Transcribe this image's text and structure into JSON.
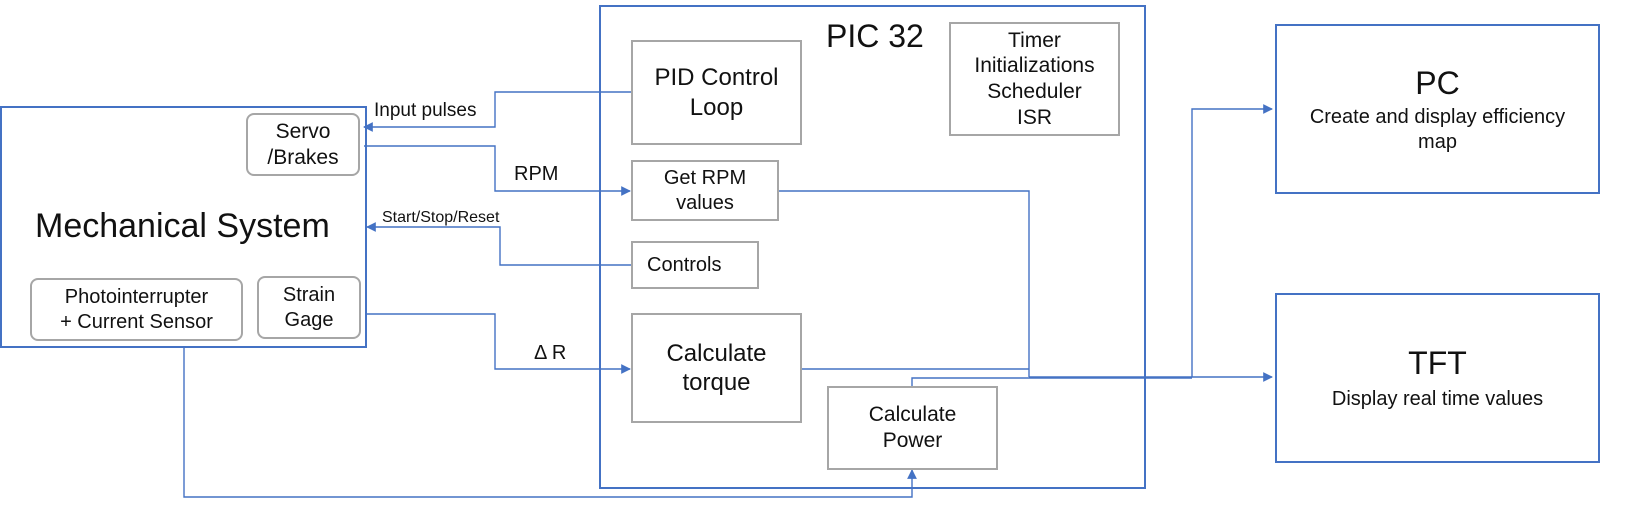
{
  "colors": {
    "accent": "#4472c4",
    "box_border": "#a6a6a6",
    "text": "#111111",
    "background": "#ffffff"
  },
  "mechanical": {
    "title": "Mechanical System",
    "servo": [
      "Servo",
      "/Brakes"
    ],
    "photo": [
      "Photointerrupter",
      "+ Current Sensor"
    ],
    "strain": [
      "Strain",
      "Gage"
    ]
  },
  "pic": {
    "title": "PIC 32",
    "pid": [
      "PID Control",
      "Loop"
    ],
    "timer": [
      "Timer",
      "Initializations",
      "Scheduler",
      "ISR"
    ],
    "rpm": [
      "Get RPM",
      "values"
    ],
    "controls": "Controls",
    "torque": [
      "Calculate",
      "torque"
    ],
    "power": [
      "Calculate",
      "Power"
    ]
  },
  "pc": {
    "title": "PC",
    "subtitle": [
      "Create and display efficiency",
      "map"
    ]
  },
  "tft": {
    "title": "TFT",
    "subtitle": "Display real time values"
  },
  "arrows": {
    "input_pulses": "Input pulses",
    "rpm": "RPM",
    "start_stop_reset": "Start/Stop/Reset",
    "delta_r": "Δ R"
  }
}
